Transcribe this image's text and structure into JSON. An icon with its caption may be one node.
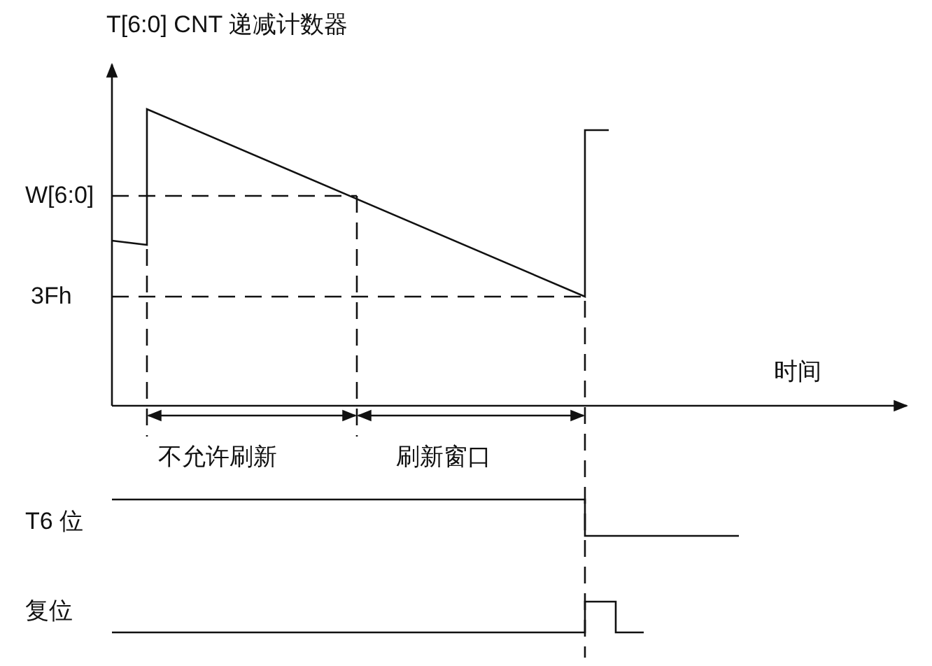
{
  "diagram": {
    "labels": [
      "T[6:0] CNT 递减计数器",
      "W[6:0]",
      "3Fh",
      "时间",
      "不允许刷新",
      "刷新窗口",
      "T6 位",
      "复位"
    ]
  }
}
